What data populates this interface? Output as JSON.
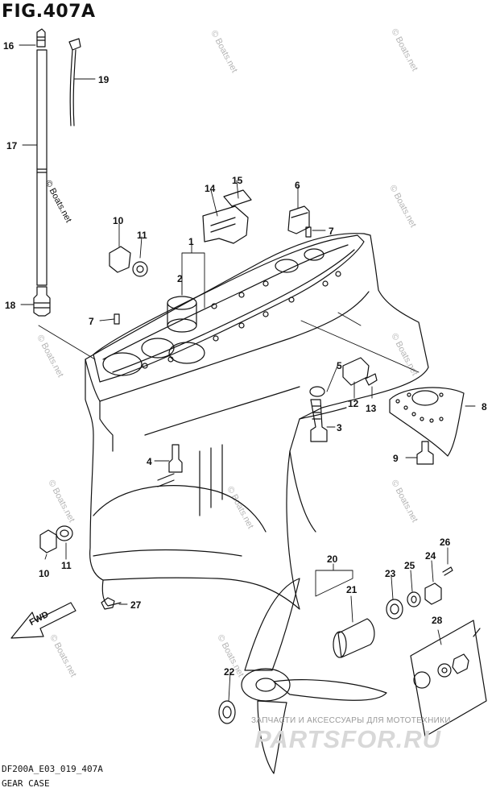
{
  "figure": {
    "title": "FIG.407A"
  },
  "footer": {
    "code": "DF200A_E03_019_407A",
    "name": "GEAR CASE"
  },
  "watermark": {
    "text": "© Boats.net"
  },
  "shop": {
    "tagline": "ЗАПЧАСТИ И АКСЕССУАРЫ ДЛЯ МОТОТЕХНИКИ",
    "logo": "PARTSFOR.RU"
  },
  "direction": {
    "label": "FWD"
  },
  "callouts": [
    "16",
    "19",
    "17",
    "14",
    "15",
    "6",
    "10",
    "11",
    "1",
    "2",
    "7",
    "18",
    "7",
    "5",
    "12",
    "13",
    "8",
    "3",
    "4",
    "9",
    "26",
    "20",
    "24",
    "25",
    "23",
    "21",
    "10",
    "11",
    "27",
    "28",
    "22"
  ],
  "colors": {
    "line": "#111111",
    "watermark": "#b5b5b5",
    "shop_logo": "#d8d8d8"
  }
}
